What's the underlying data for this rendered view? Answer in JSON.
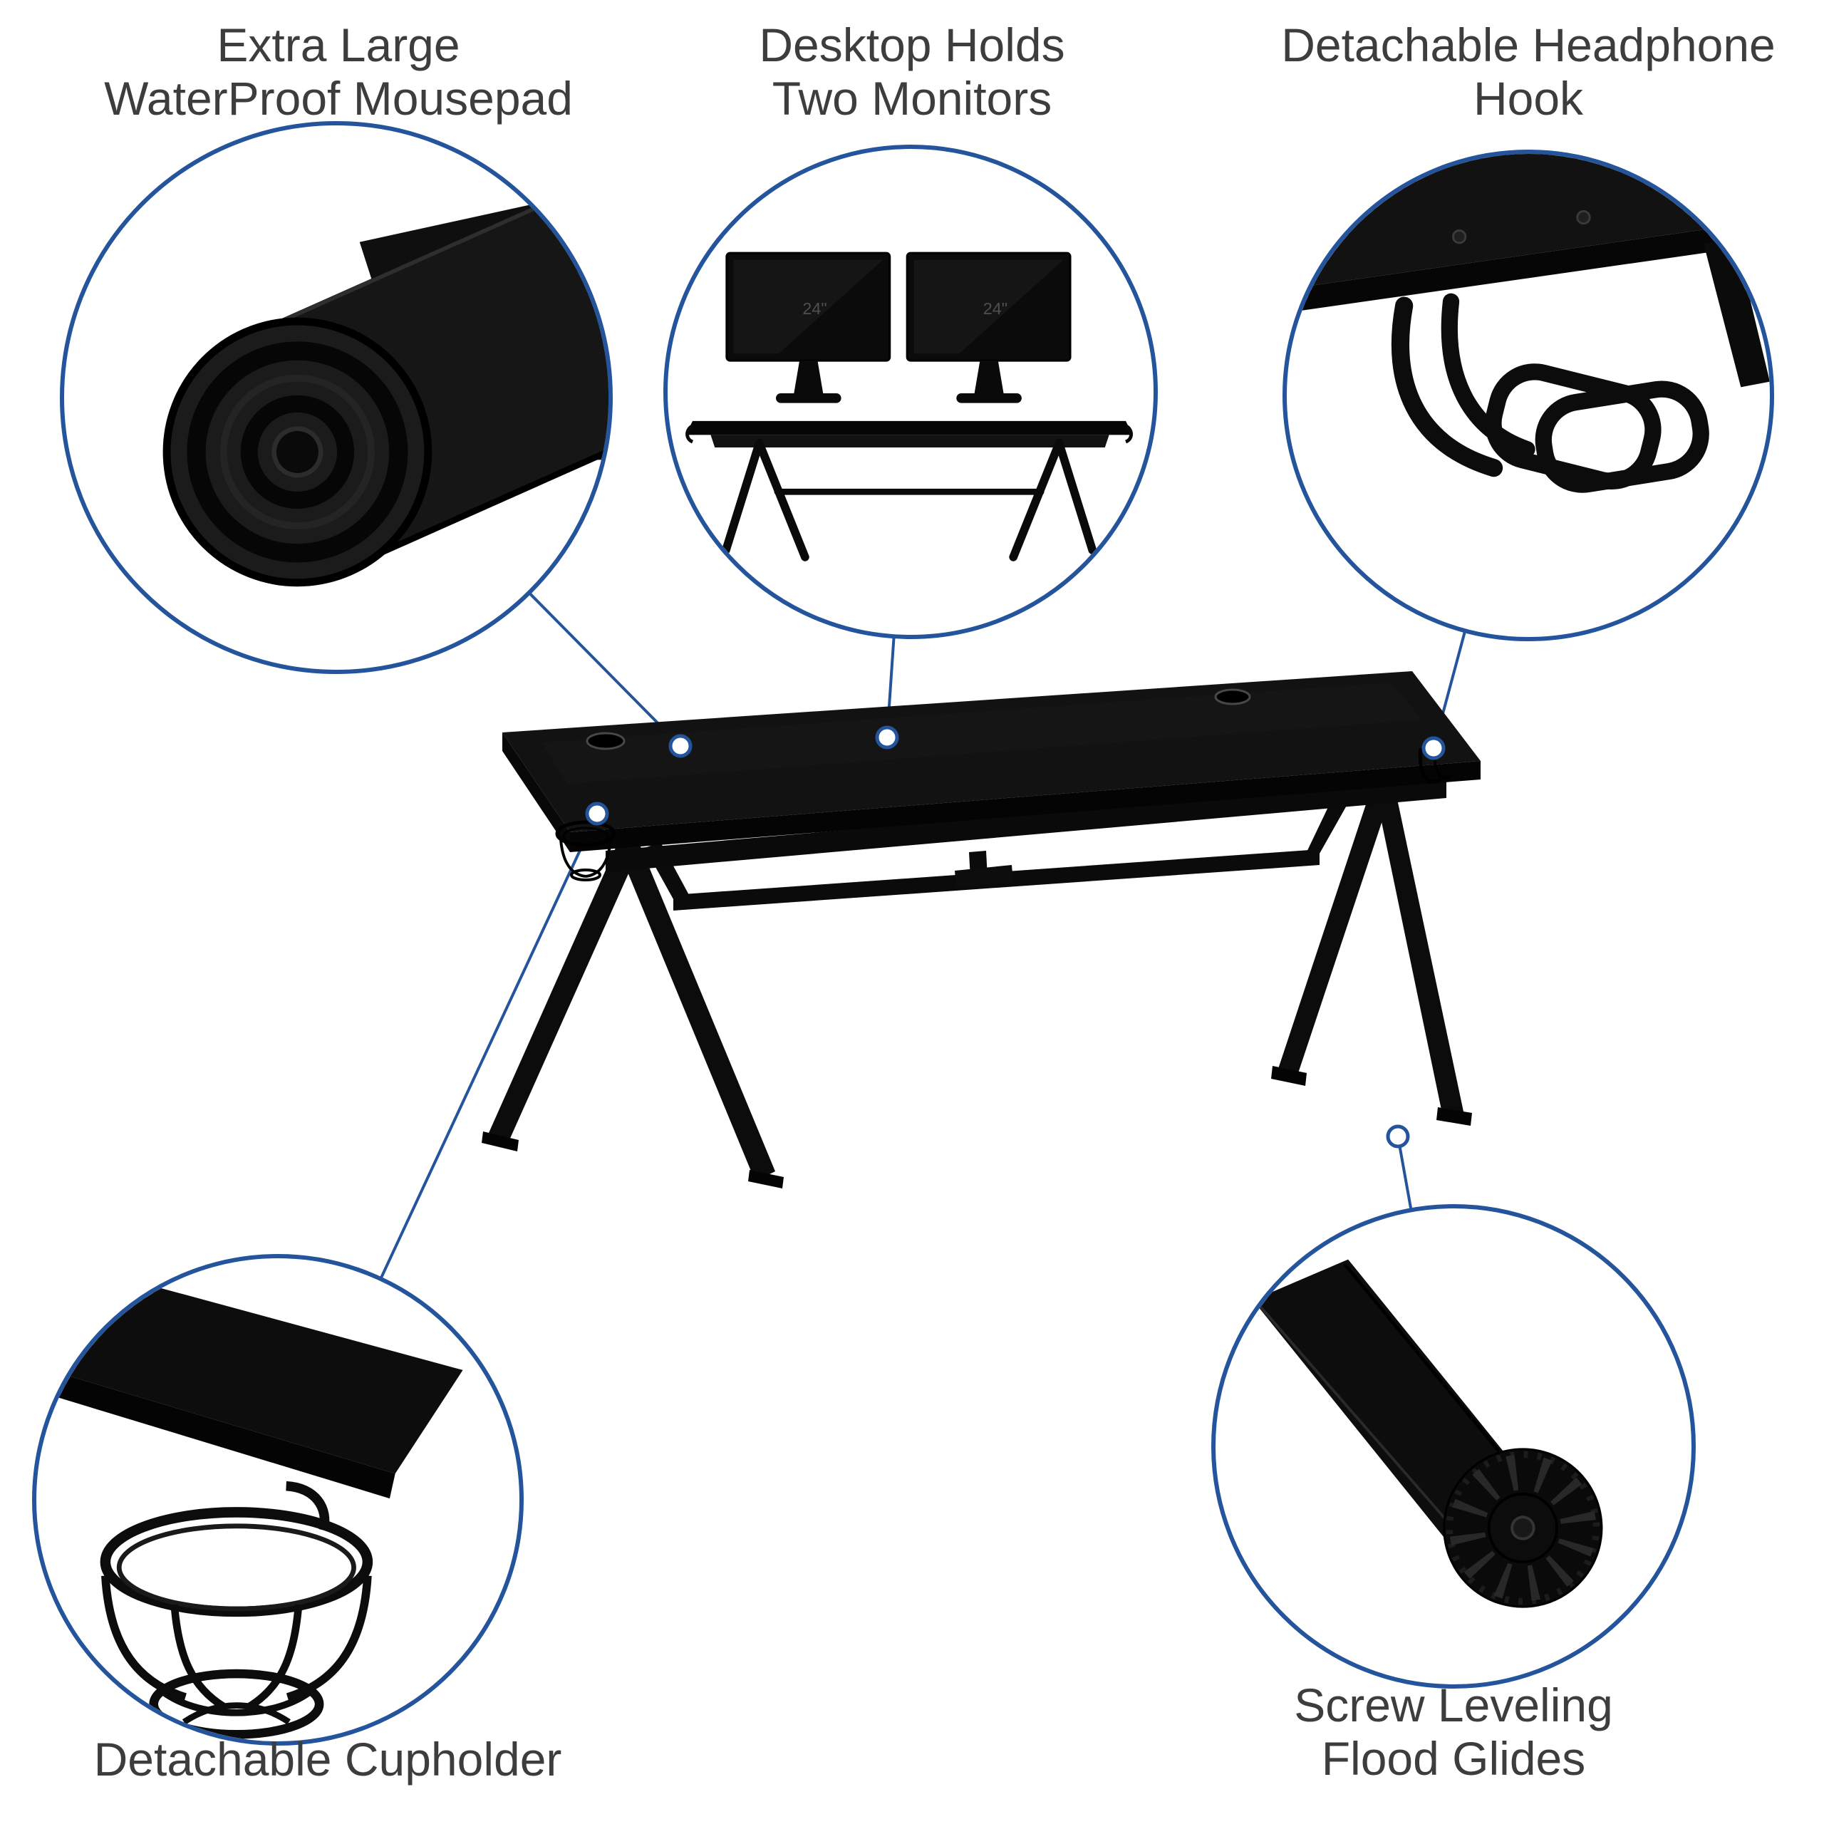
{
  "colors": {
    "accent": "#24549B",
    "label_text": "#3d3d3d",
    "desk_black": "#101010",
    "background": "#ffffff"
  },
  "callouts": {
    "mousepad": {
      "line1": "Extra Large",
      "line2": "WaterProof Mousepad"
    },
    "monitors": {
      "line1": "Desktop Holds",
      "line2": "Two Monitors",
      "screen_size_left": "24\"",
      "screen_size_right": "24\""
    },
    "headphone": {
      "line1": "Detachable Headphone",
      "line2": "Hook"
    },
    "cupholder": {
      "line1": "Detachable Cupholder"
    },
    "glides": {
      "line1": "Screw Leveling",
      "line2": "Flood Glides"
    }
  },
  "illustrations": {
    "mousepad_icon": "rolled-mousepad",
    "monitors_icon": "dual-monitor-desk",
    "headphone_icon": "wire-headphone-hook",
    "cupholder_icon": "wire-cupholder-basket",
    "glide_icon": "leg-with-round-glide",
    "center": "black-gaming-desk"
  }
}
